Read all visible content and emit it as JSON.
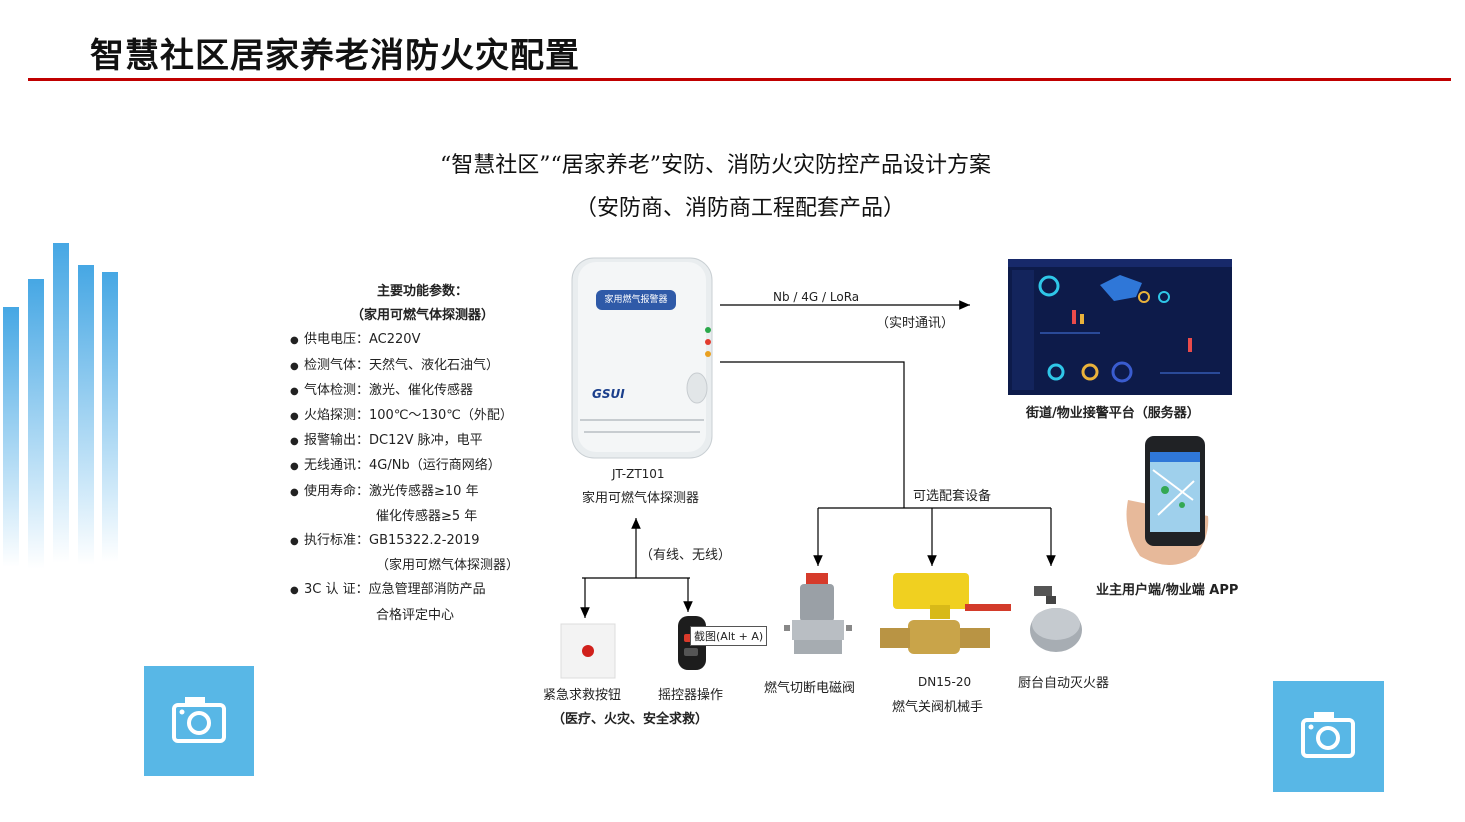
{
  "slide": {
    "title": "智慧社区居家养老消防火灾配置",
    "heading1": "“智慧社区”“居家养老”安防、消防火灾防控产品设计方案",
    "heading2": "（安防商、消防商工程配套产品）"
  },
  "params": {
    "header1": "主要功能参数：",
    "header2": "（家用可燃气体探测器）",
    "items": [
      {
        "label": "供电电压：",
        "value": "AC220V"
      },
      {
        "label": "检测气体：",
        "value": "天然气、液化石油气）"
      },
      {
        "label": "气体检测：",
        "value": "激光、催化传感器"
      },
      {
        "label": "火焰探测：",
        "value": "100℃～130℃（外配）"
      },
      {
        "label": "报警输出：",
        "value": "DC12V 脉冲，电平"
      },
      {
        "label": "无线通讯：",
        "value": "4G/Nb（运行商网络）"
      },
      {
        "label": "使用寿命：",
        "value": "激光传感器≥10 年",
        "value2": "催化传感器≥5 年"
      },
      {
        "label": "执行标准：",
        "value": "GB15322.2-2019",
        "value2": "（家用可燃气体探测器）"
      },
      {
        "label": "3C 认 证：",
        "value": "应急管理部消防产品",
        "value2": "合格评定中心"
      }
    ]
  },
  "detector": {
    "panel_label": "家用燃气报警器",
    "brand": "GSUI",
    "model": "JT-ZT101",
    "name": "家用可燃气体探测器"
  },
  "comm": {
    "protocol": "Nb / 4G / LoRa",
    "note": "（实时通讯）"
  },
  "server": {
    "caption": "街道/物业接警平台（服务器）"
  },
  "app": {
    "caption": "业主用户端/物业端 APP"
  },
  "optional": {
    "label": "可选配套设备",
    "devices": [
      {
        "name": "燃气切断电磁阀"
      },
      {
        "model": "DN15-20",
        "name": "燃气关阀机械手"
      },
      {
        "name": "厨台自动灭火器"
      }
    ]
  },
  "inputs": {
    "link_label": "（有线、无线）",
    "button_name": "紧急求救按钮",
    "remote_name": "摇控器操作",
    "note": "（医疗、火灾、安全求救）",
    "tooltip": "截图(Alt + A)"
  },
  "colors": {
    "title_line": "#c00000",
    "accent_blue": "#58b7e6",
    "dashboard_bg": "#0d1b4a"
  }
}
